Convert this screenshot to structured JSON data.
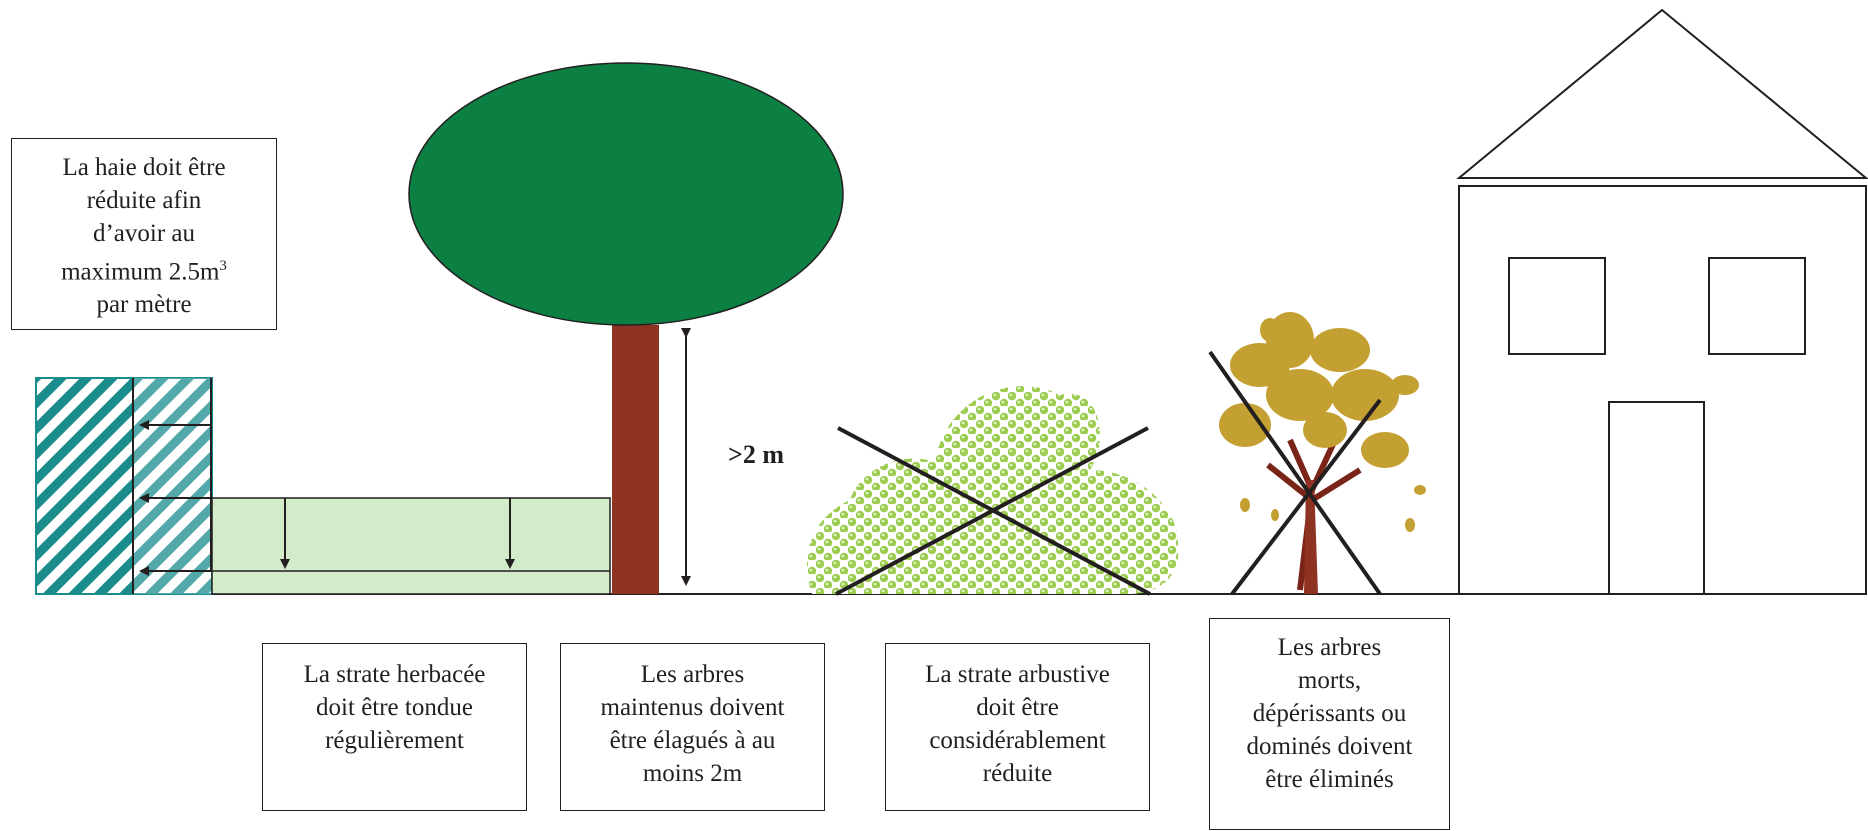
{
  "captions": {
    "hedge": [
      "La haie doit être",
      "réduite afin",
      "d’avoir au",
      "maximum 2.5m",
      "par mètre"
    ],
    "hedge_sup": "3",
    "herbaceous": [
      "La strate herbacée",
      "doit être tondue",
      "régulièrement"
    ],
    "trees": [
      "Les arbres",
      "maintenus doivent",
      "être élagués à au",
      "moins 2m"
    ],
    "shrub": [
      "La strate arbustive",
      "doit être",
      "considérablement",
      "réduite"
    ],
    "dead": [
      "Les arbres",
      "morts,",
      "dépérissants ou",
      "dominés doivent",
      "être éliminés"
    ]
  },
  "height_label": ">2 m",
  "colors": {
    "hedge_teal": "#1a8c8c",
    "lawn": "#d2ebc8",
    "canopy": "#0c7f42",
    "trunk": "#8e3221",
    "shrub": "#9ccc50",
    "dead_foliage": "#c4a032",
    "line": "#231f20"
  }
}
